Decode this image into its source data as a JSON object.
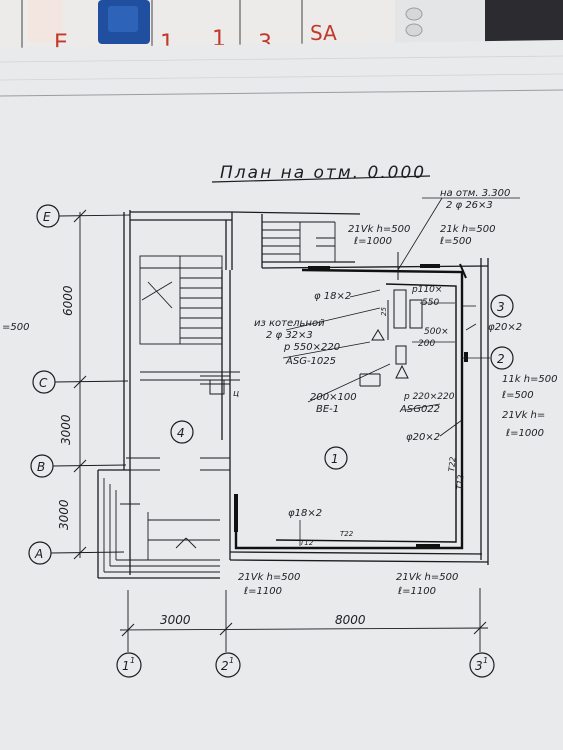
{
  "background_tabs": [
    "E",
    "1",
    "1",
    "3",
    "SA"
  ],
  "title": "План на отм. 0.000",
  "axes": {
    "rows": [
      "E",
      "C",
      "B",
      "A"
    ],
    "cols": [
      "1",
      "2",
      "3"
    ],
    "col_superscript": "1",
    "side_markers": [
      "3",
      "2"
    ]
  },
  "dimensions": {
    "vertical": [
      "6000",
      "3000",
      "3000"
    ],
    "horizontal": [
      "3000",
      "8000"
    ]
  },
  "rooms": [
    "4",
    "1"
  ],
  "annotations": {
    "upper": [
      "на отм. 3.300",
      "2 φ 26×3"
    ],
    "radiator_top_left": [
      "21Vk h=500",
      "ℓ=1000"
    ],
    "radiator_top_right": [
      "21k h=500",
      "ℓ=500"
    ],
    "pipe_18": "φ 18×2",
    "boiler_from": [
      "из котельной",
      "2 φ 32×3"
    ],
    "pipe_p110": [
      "p110×",
      "550"
    ],
    "pipe_20_right": "φ20×2",
    "duct_500": "500×",
    "duct_200": "200",
    "grille_550": [
      "p 550×220",
      "ASG-1025"
    ],
    "grille_200": [
      "200×100",
      "BE-1"
    ],
    "grille_220": [
      "p 220×220",
      "ASG022"
    ],
    "radiator_right": [
      "11k h=500",
      "ℓ=500",
      "21Vk h=",
      "ℓ=1000"
    ],
    "pipe_20_mid": "φ20×2",
    "t722_vertical": "T22",
    "t712_vertical": "T12",
    "pipe_18_bottom": "φ18×2",
    "t712_bottom": "T12",
    "t722_bottom": "T22",
    "radiator_bottom_left": [
      "21Vk h=500",
      "ℓ=1100"
    ],
    "radiator_bottom_right": [
      "21Vk h=500",
      "ℓ=1100"
    ],
    "left_edge": "=500",
    "small_mark": "ц",
    "t_vent": "25"
  }
}
